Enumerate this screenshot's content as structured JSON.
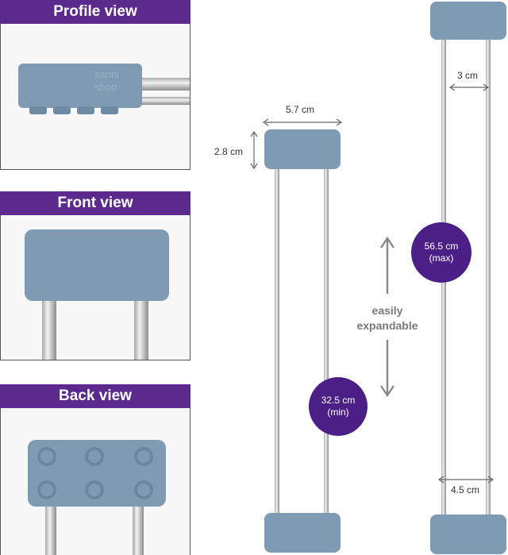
{
  "panels": {
    "profile_title": "Profile view",
    "front_title": "Front view",
    "back_title": "Back view",
    "logo_text": "sanni shoo"
  },
  "dimensions": {
    "width": "5.7 cm",
    "height": "2.8 cm",
    "rod_spacing_top": "3 cm",
    "rod_spacing_bottom": "4.5 cm",
    "min_length_value": "32.5 cm",
    "min_length_note": "(min)",
    "max_length_value": "56.5 cm",
    "max_length_note": "(max)"
  },
  "expand": {
    "line1": "easily",
    "line2": "expandable"
  },
  "colors": {
    "header_purple": "#5b2a8c",
    "badge_purple": "#4b1f86",
    "cap_blue": "#7f9bb4"
  }
}
